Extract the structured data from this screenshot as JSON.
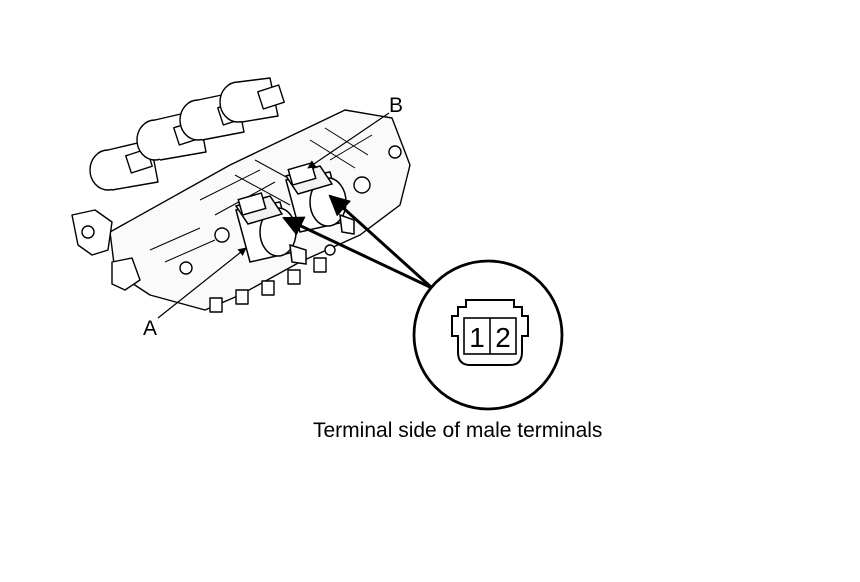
{
  "labels": {
    "solenoid_a": "A",
    "solenoid_b": "B"
  },
  "connector": {
    "pins": [
      "1",
      "2"
    ],
    "caption": "Terminal side of male terminals"
  },
  "colors": {
    "ink": "#000000",
    "background": "#ffffff",
    "shade": "#f2f2f2"
  }
}
